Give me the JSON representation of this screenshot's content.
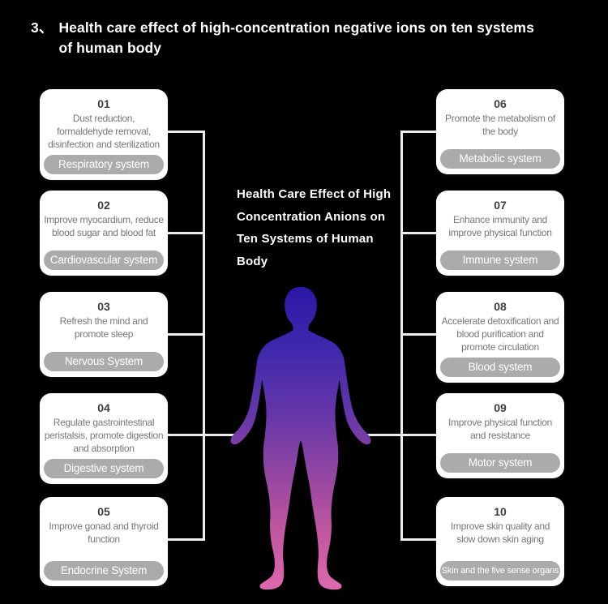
{
  "title": {
    "marker": "3、",
    "line1": "Health care effect of high-concentration negative ions on ten systems",
    "line2": "of human body"
  },
  "center": {
    "heading_lines": [
      "Health Care Effect of High",
      "Concentration Anions on",
      "Ten Systems of Human",
      "Body"
    ],
    "figure": "human-body-silhouette"
  },
  "cards": {
    "left": [
      {
        "number": "01",
        "text": "Dust reduction, formaldehyde removal, disinfection and sterilization",
        "system": "Respiratory system"
      },
      {
        "number": "02",
        "text": "Improve myocardium, reduce blood sugar and blood fat",
        "system": "Cardiovascular system"
      },
      {
        "number": "03",
        "text": "Refresh the mind and promote sleep",
        "system": "Nervous System"
      },
      {
        "number": "04",
        "text": "Regulate gastrointestinal peristalsis, promote digestion and absorption",
        "system": "Digestive system"
      },
      {
        "number": "05",
        "text": "Improve gonad and thyroid function",
        "system": "Endocrine System"
      }
    ],
    "right": [
      {
        "number": "06",
        "text": "Promote the metabolism of the body",
        "system": "Metabolic system"
      },
      {
        "number": "07",
        "text": "Enhance immunity and improve physical function",
        "system": "Immune system"
      },
      {
        "number": "08",
        "text": "Accelerate detoxification and blood purification and promote circulation",
        "system": "Blood system"
      },
      {
        "number": "09",
        "text": "Improve physical function and resistance",
        "system": "Motor system"
      },
      {
        "number": "10",
        "text": "Improve skin quality and slow down skin aging",
        "system": "Skin and the five sense organs"
      }
    ]
  },
  "colors": {
    "background": "#000000",
    "card_bg": "#ffffff",
    "badge_bg": "#ababab",
    "badge_text": "#ffffff",
    "number_text": "#3d3d3d",
    "card_text": "#777777",
    "connector": "#ededed",
    "title_text": "#ffffff",
    "body_gradient_top": "#2a17a6",
    "body_gradient_mid": "#8f45a3",
    "body_gradient_bottom": "#df69ad"
  }
}
